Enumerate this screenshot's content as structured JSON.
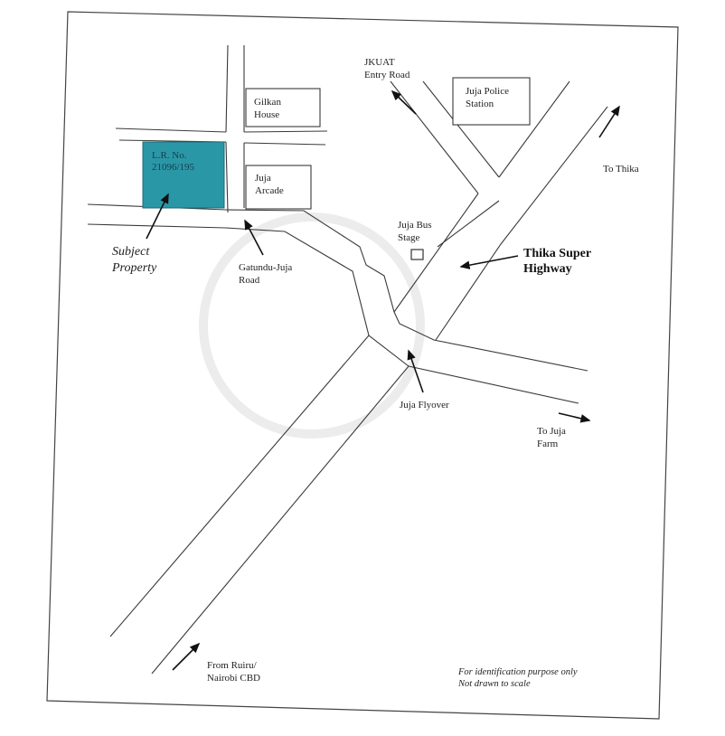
{
  "map": {
    "plot_color": "#2a97a6",
    "labels": {
      "jkuat": "JKUAT\nEntry Road",
      "juja_police": "Juja Police\nStation",
      "gilkan": "Gilkan\nHouse",
      "lr_no": "L.R. No.\n21096/195",
      "juja_arcade": "Juja\nArcade",
      "to_thika": "To Thika",
      "subject_property": "Subject\nProperty",
      "gatundu": "Gatundu-Juja\nRoad",
      "bus_stage": "Juja Bus\nStage",
      "thika_highway": "Thika Super\nHighway",
      "flyover": "Juja Flyover",
      "to_juja_farm": "To Juja\nFarm",
      "from_ruiru": "From Ruiru/\nNairobi CBD",
      "note": "For identification purpose only\nNot drawn to scale"
    }
  }
}
